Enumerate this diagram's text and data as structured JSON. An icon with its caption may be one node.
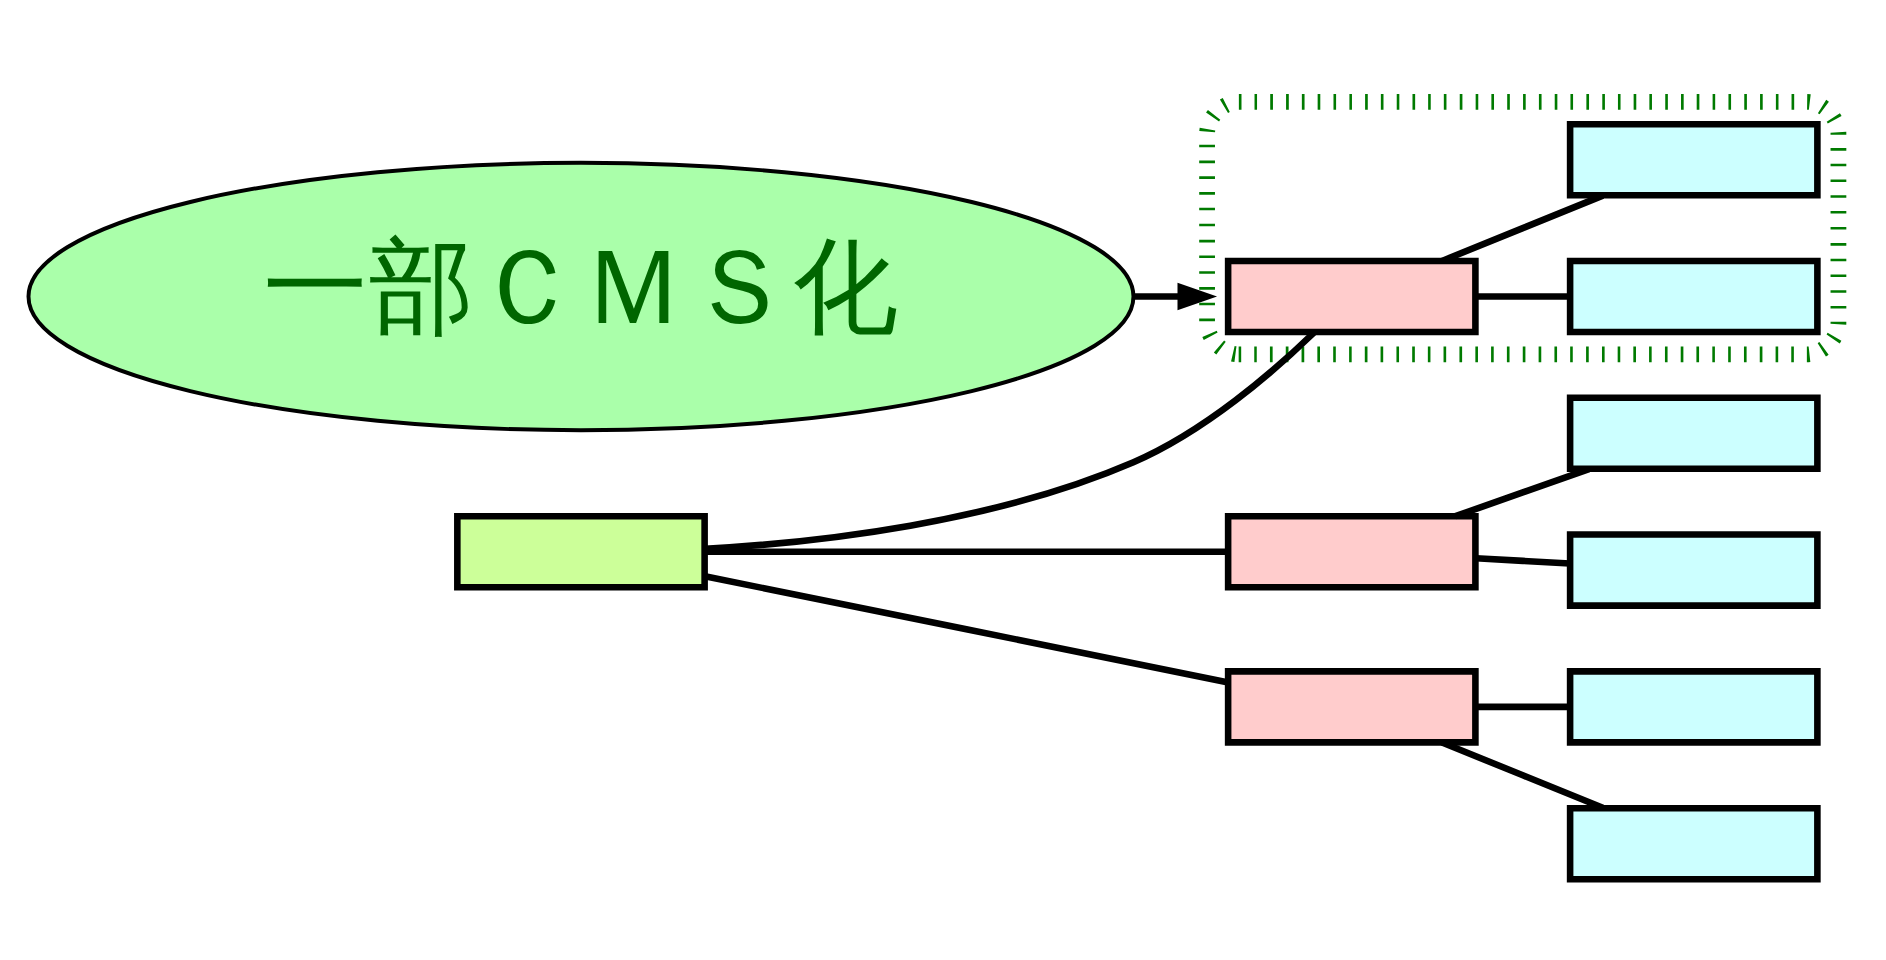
{
  "diagram": {
    "nodes": [
      {
        "text": [],
        "shape": "box"
      },
      {
        "text": [],
        "shape": "box"
      },
      {
        "text": [],
        "shape": "box"
      },
      {
        "text": [],
        "shape": "box"
      },
      {
        "text": [],
        "shape": "box"
      },
      {
        "text": [],
        "shape": "box"
      },
      {
        "text": [],
        "shape": "box"
      },
      {
        "text": [],
        "shape": "ellipse"
      },
      {
        "text": [],
        "shape": "box",
        "in": 7
      },
      {
        "text": [],
        "shape": "box",
        "in": 7
      },
      {
        "text": [],
        "shape": "box",
        "in": 7
      },
      {
        "text": [
          "一部ＣＭＳ化"
        ]
      }
    ],
    "edges": [
      {
        "from": 0,
        "to": 1,
        "arrow": "none"
      },
      {
        "from": 0,
        "to": 4,
        "arrow": "none"
      },
      {
        "from": 0,
        "to": 8,
        "arrow": "none"
      },
      {
        "from": 1,
        "to": 2,
        "arrow": "none"
      },
      {
        "from": 1,
        "to": 3,
        "arrow": "none"
      },
      {
        "from": 4,
        "to": 5,
        "arrow": "none"
      },
      {
        "from": 4,
        "to": 6,
        "arrow": "none"
      },
      {
        "from": 8,
        "to": 9,
        "arrow": "none"
      },
      {
        "from": 8,
        "to": 10,
        "arrow": "none"
      },
      {
        "from": 11,
        "to": 7,
        "arrow": "to"
      }
    ]
  }
}
